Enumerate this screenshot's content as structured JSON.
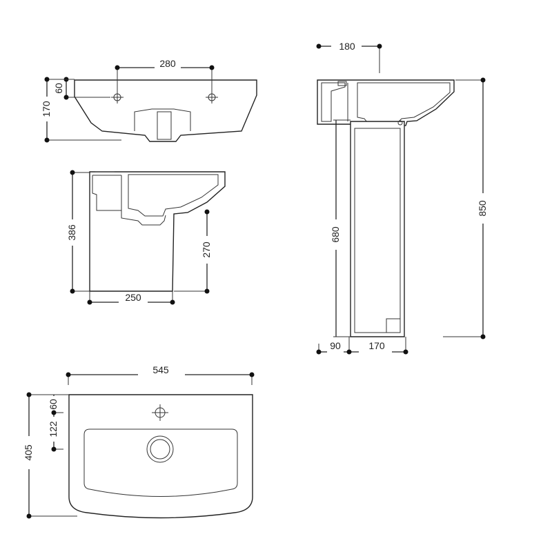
{
  "dimensions": {
    "front_width": "280",
    "front_tap_drop": "60",
    "front_height": "170",
    "side_small_depth": "386",
    "side_small_pedestal_height": "270",
    "side_small_width": "250",
    "side_large_top_offset": "180",
    "side_large_total_height": "850",
    "side_large_pedestal_height": "680",
    "side_large_base_offset": "90",
    "side_large_base_width": "170",
    "plan_width": "545",
    "plan_depth": "405",
    "plan_tap_offset": "60",
    "plan_waste_offset": "122"
  },
  "colors": {
    "line": "#222222",
    "background": "#ffffff"
  }
}
